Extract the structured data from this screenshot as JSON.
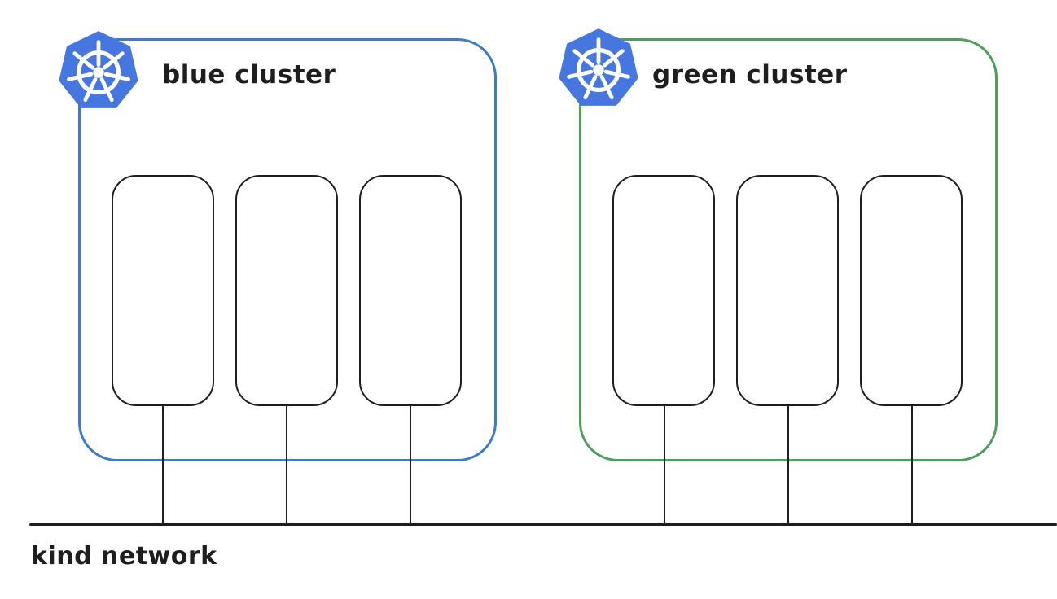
{
  "clusters": [
    {
      "id": "blue",
      "label": "blue cluster",
      "border_color": "#3b7bc8",
      "node_count": 3
    },
    {
      "id": "green",
      "label": "green cluster",
      "border_color": "#4ba158",
      "node_count": 3
    }
  ],
  "network": {
    "label": "kind network",
    "line_color": "#1e1e1e"
  },
  "logo": {
    "name": "kubernetes-logo",
    "color": "#4677e0",
    "wheel_color": "#ffffff"
  },
  "ink_color": "#1e1e1e"
}
